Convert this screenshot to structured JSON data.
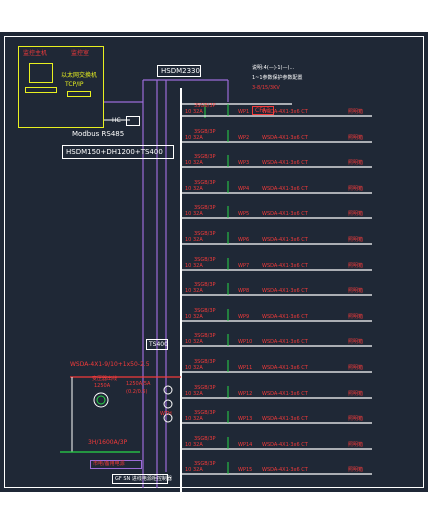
{
  "colors": {
    "background": "#1f2836",
    "frame": "#ffffff",
    "workstation_border": "#e8f020",
    "bus_line": "#ffffff",
    "feeder_line": "#ffffff",
    "riser": "#9b6bd8",
    "green_line": "#27d648",
    "red_text": "#f23a3a",
    "dim_text": "#c8c8c8"
  },
  "workstation": {
    "label_left": "监控主机",
    "label_right": "监控室",
    "network_label": "以太网交换机",
    "tcpip_label": "TCP/IP",
    "hc_label": "HC",
    "modbus_label": "Modbus RS485",
    "model_label": "HSDM150+DH1200+TS400"
  },
  "top_device_label": "HSDM2330",
  "legend": {
    "line1": "说明:4(—)·1(—)...",
    "line2": "1~1参数保护参数配置",
    "line3": "3-8/15/3KV"
  },
  "cable_tag": "CFA3",
  "riser_tag": "TS400",
  "incoming": {
    "cable": "WSDA-4X1-9/10+1x50-2.5",
    "transformer": "变压器出线",
    "rating": "1250A",
    "note1": "1250A/5A",
    "note2": "(0.2/0.5)",
    "lower_label": "3H/1600A/3P",
    "mains_label": "市电/备用电源",
    "breaker_tag": "WTH"
  },
  "footer_label": "GF SN 进线电源柜控制器",
  "feeders": [
    {
      "breaker": "3SGB/3P",
      "sub": "10 32A",
      "tag": "WP1",
      "cable": "WSDA-4X1·3x6 CT",
      "load": "照明箱"
    },
    {
      "breaker": "3SGB/3P",
      "sub": "10 32A",
      "tag": "WP2",
      "cable": "WSDA-4X1·3x6 CT",
      "load": "照明箱"
    },
    {
      "breaker": "3SGB/3P",
      "sub": "10 32A",
      "tag": "WP3",
      "cable": "WSDA-4X1·3x6 CT",
      "load": "照明箱"
    },
    {
      "breaker": "3SGB/3P",
      "sub": "10 32A",
      "tag": "WP4",
      "cable": "WSDA-4X1·3x6 CT",
      "load": "照明箱"
    },
    {
      "breaker": "3SGB/3P",
      "sub": "10 32A",
      "tag": "WP5",
      "cable": "WSDA-4X1·3x6 CT",
      "load": "照明箱"
    },
    {
      "breaker": "3SGB/3P",
      "sub": "10 32A",
      "tag": "WP6",
      "cable": "WSDA-4X1·3x6 CT",
      "load": "照明箱"
    },
    {
      "breaker": "3SGB/3P",
      "sub": "10 32A",
      "tag": "WP7",
      "cable": "WSDA-4X1·3x6 CT",
      "load": "照明箱"
    },
    {
      "breaker": "3SGB/3P",
      "sub": "10 32A",
      "tag": "WP8",
      "cable": "WSDA-4X1·3x6 CT",
      "load": "照明箱"
    },
    {
      "breaker": "3SGB/3P",
      "sub": "10 32A",
      "tag": "WP9",
      "cable": "WSDA-4X1·3x6 CT",
      "load": "照明箱"
    },
    {
      "breaker": "3SGB/3P",
      "sub": "10 32A",
      "tag": "WP10",
      "cable": "WSDA-4X1·3x6 CT",
      "load": "照明箱"
    },
    {
      "breaker": "3SGB/3P",
      "sub": "10 32A",
      "tag": "WP11",
      "cable": "WSDA-4X1·3x6 CT",
      "load": "照明箱"
    },
    {
      "breaker": "3SGB/3P",
      "sub": "10 32A",
      "tag": "WP12",
      "cable": "WSDA-4X1·3x6 CT",
      "load": "照明箱"
    },
    {
      "breaker": "3SGB/3P",
      "sub": "10 32A",
      "tag": "WP13",
      "cable": "WSDA-4X1·3x6 CT",
      "load": "照明箱"
    },
    {
      "breaker": "3SGB/3P",
      "sub": "10 32A",
      "tag": "WP14",
      "cable": "WSDA-4X1·3x6 CT",
      "load": "照明箱"
    },
    {
      "breaker": "3SGB/3P",
      "sub": "10 32A",
      "tag": "WP15",
      "cable": "WSDA-4X1·3x6 CT",
      "load": "照明箱"
    }
  ]
}
